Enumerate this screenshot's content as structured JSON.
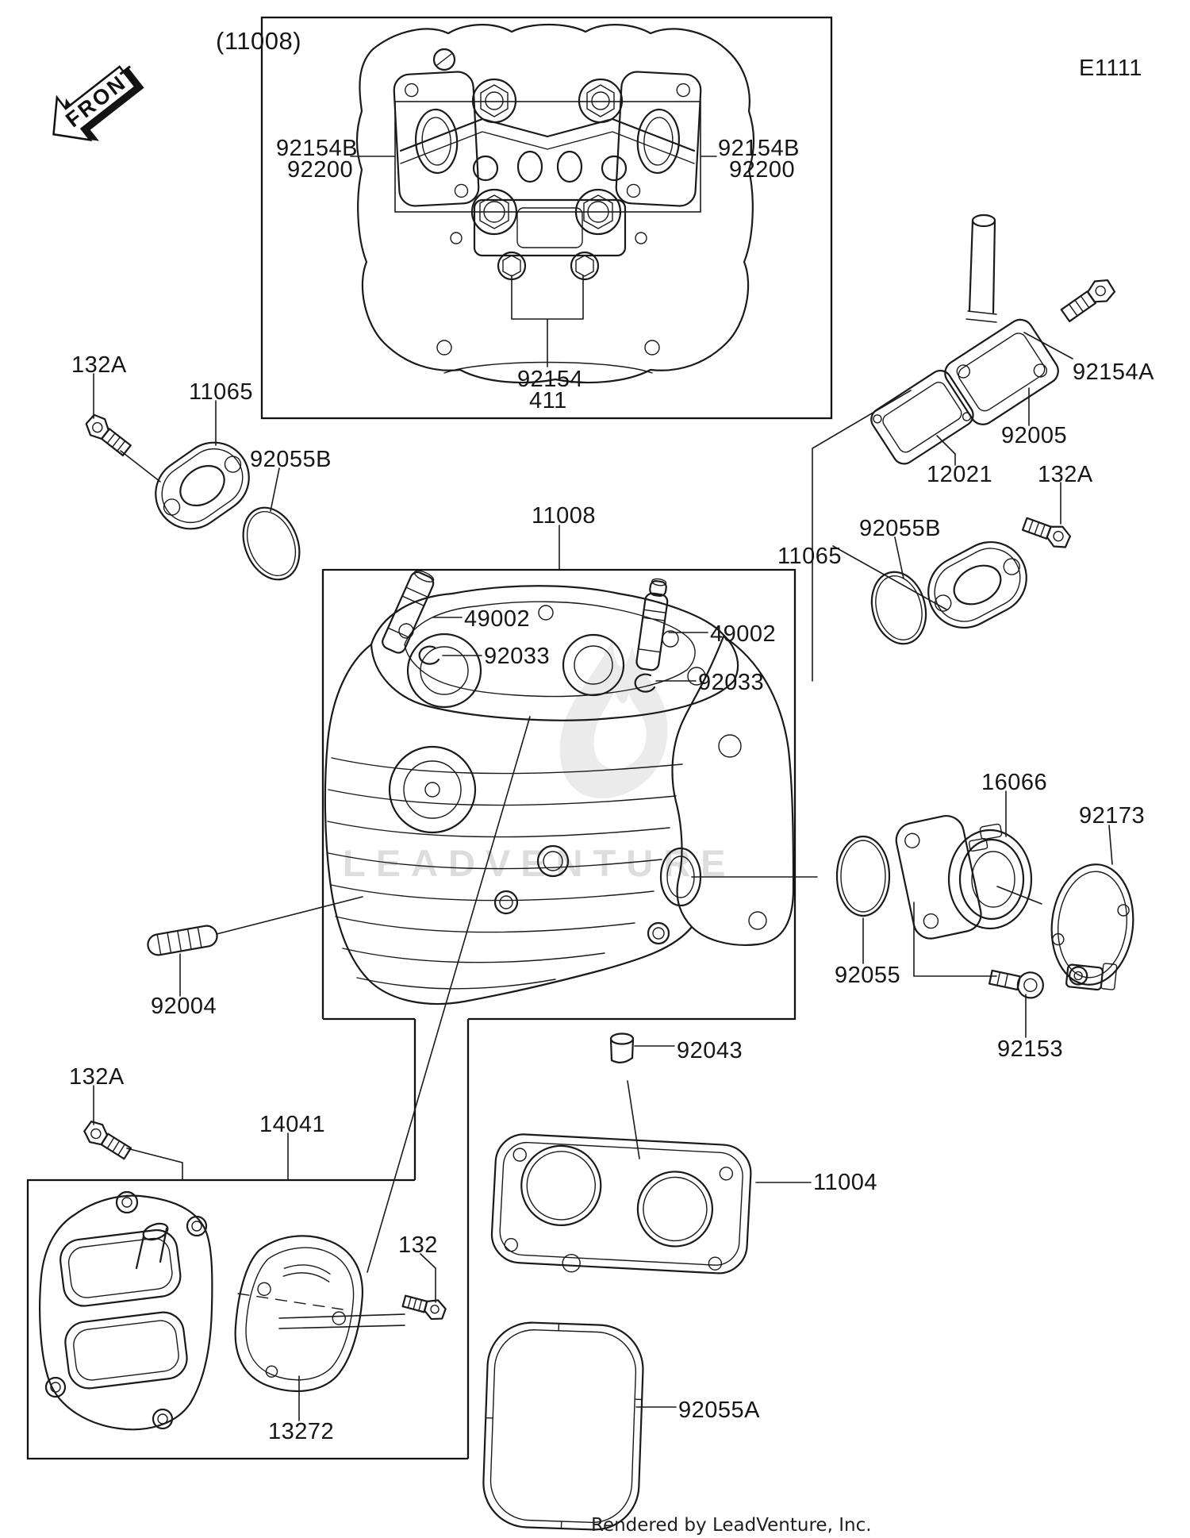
{
  "page": {
    "diagram_code": "E1111",
    "footer": "Rendered by LeadVenture, Inc.",
    "watermark": "LEADVENTURE"
  },
  "labels": {
    "assembly_paren": "(11008)",
    "front": "FRONT",
    "n92154b": "92154B",
    "n92200": "92200",
    "n92154": "92154",
    "n411": "411",
    "n92154a": "92154A",
    "n92005": "92005",
    "n12021": "12021",
    "n132a": "132A",
    "n132": "132",
    "n92055b": "92055B",
    "n92055a": "92055A",
    "n92055": "92055",
    "n11065": "11065",
    "n11008": "11008",
    "n49002": "49002",
    "n92033": "92033",
    "n16066": "16066",
    "n92173": "92173",
    "n92153": "92153",
    "n92004": "92004",
    "n92043": "92043",
    "n11004": "11004",
    "n14041": "14041",
    "n13272": "13272"
  }
}
